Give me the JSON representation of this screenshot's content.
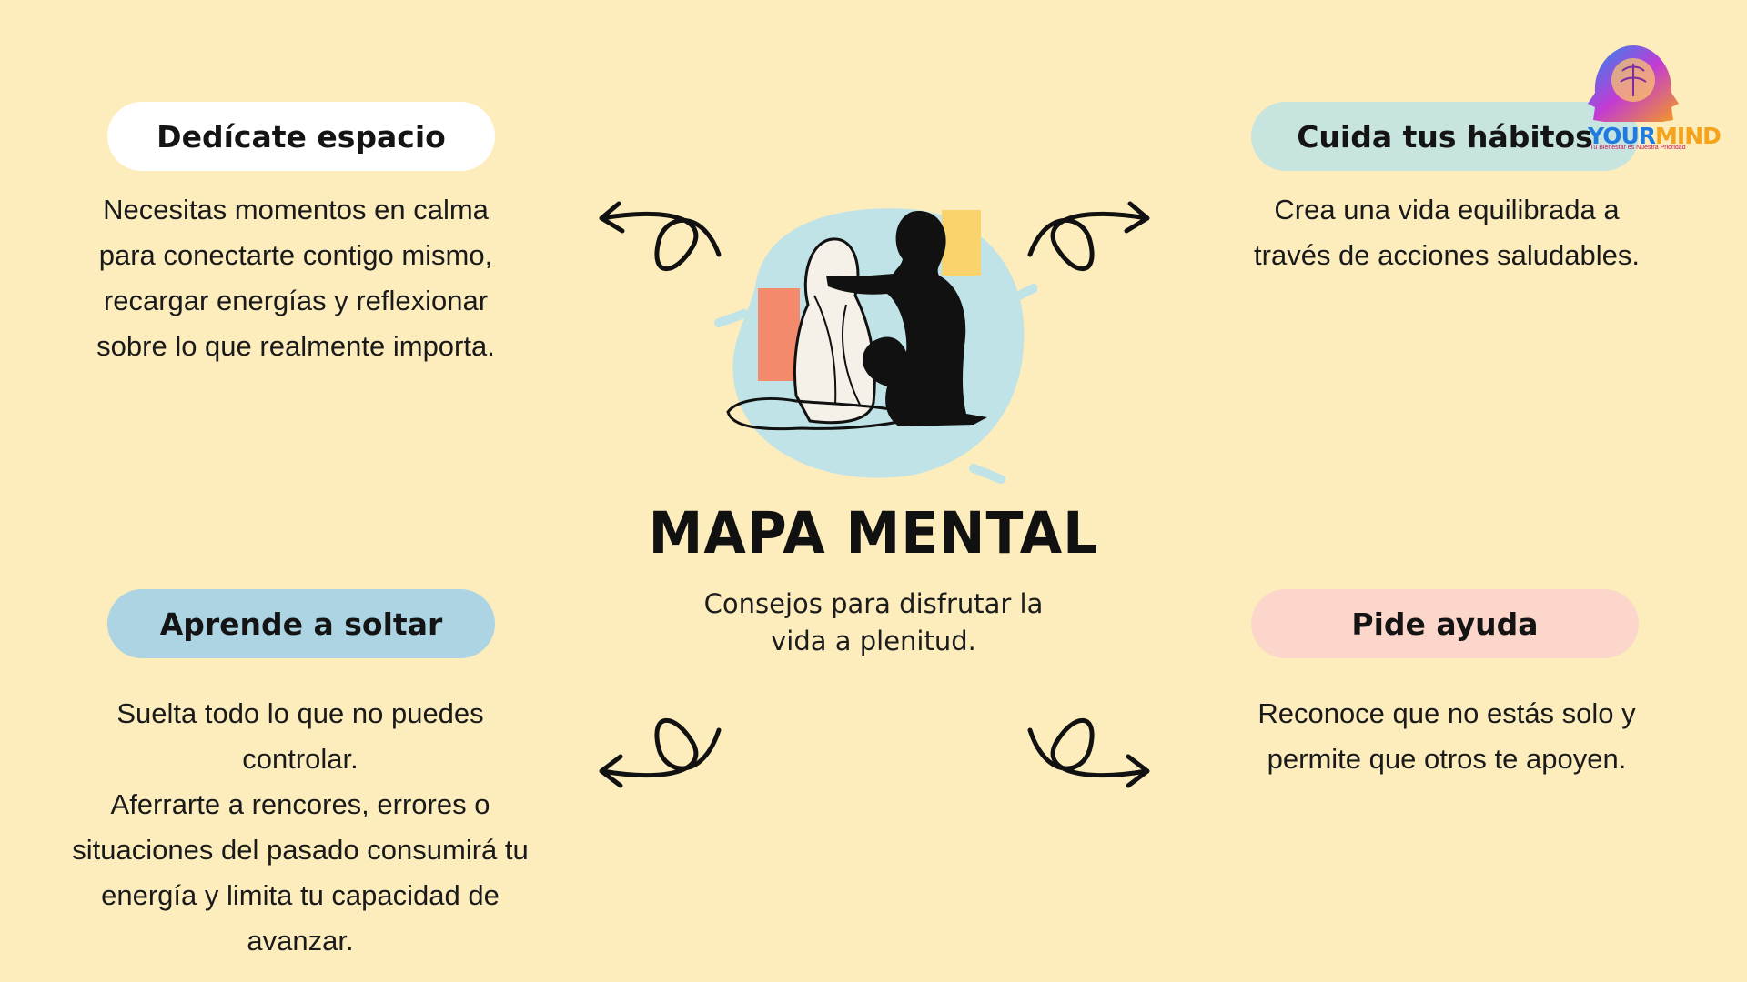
{
  "title": "MAPA MENTAL",
  "subtitle_lines": [
    "Consejos para disfrutar la",
    "vida a plenitud."
  ],
  "logo": {
    "brand_part1": "YOUR",
    "brand_part2": "MIND",
    "tagline": "Tu Bienestar es Nuestra Prioridad",
    "icon": "head-brain-icon"
  },
  "nodes": [
    {
      "id": "top-left",
      "heading": "Dedícate espacio",
      "color": "#ffffff",
      "lines": [
        "Necesitas momentos en calma",
        "para conectarte contigo mismo,",
        "recargar energías y reflexionar",
        "sobre lo que realmente importa."
      ]
    },
    {
      "id": "top-right",
      "heading": "Cuida tus hábitos",
      "color": "#c7e4df",
      "lines": [
        "Crea una vida equilibrada a",
        "través de acciones saludables."
      ]
    },
    {
      "id": "bottom-left",
      "heading": "Aprende a soltar",
      "color": "#acd4e3",
      "lines": [
        "Suelta todo lo que no puedes",
        "controlar.",
        "Aferrarte a rencores, errores o",
        "situaciones del pasado consumirá tu",
        "energía y limita tu capacidad de",
        "avanzar."
      ]
    },
    {
      "id": "bottom-right",
      "heading": "Pide ayuda",
      "color": "#fcd6cb",
      "lines": [
        "Reconoce que no estás solo y",
        "permite que otros te apoyen."
      ]
    }
  ],
  "colors": {
    "background": "#fdedbd",
    "splash": "#bfe3e6",
    "accent_orange": "#f38a6c",
    "accent_yellow": "#f9d36b"
  },
  "icons": {
    "arrows": "curly-arrow-icon",
    "illustration": "two-people-comforting-illustration"
  }
}
